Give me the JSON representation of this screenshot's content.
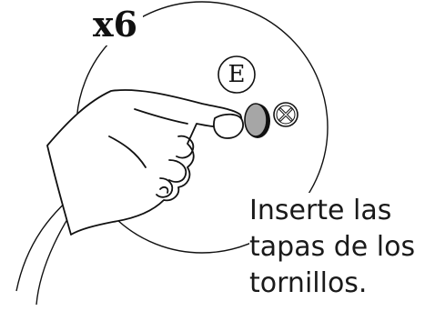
{
  "quantity_label": "x6",
  "part_letter": "E",
  "instruction": {
    "lines": [
      "Inserte las",
      "tapas de los",
      "tornillos."
    ]
  },
  "colors": {
    "ink": "#111111",
    "cap_fill": "#a6a6a6",
    "background": "#ffffff"
  },
  "icons": [
    "hand-illustration",
    "screw-cap-icon",
    "phillips-screw-icon",
    "detail-circle"
  ]
}
